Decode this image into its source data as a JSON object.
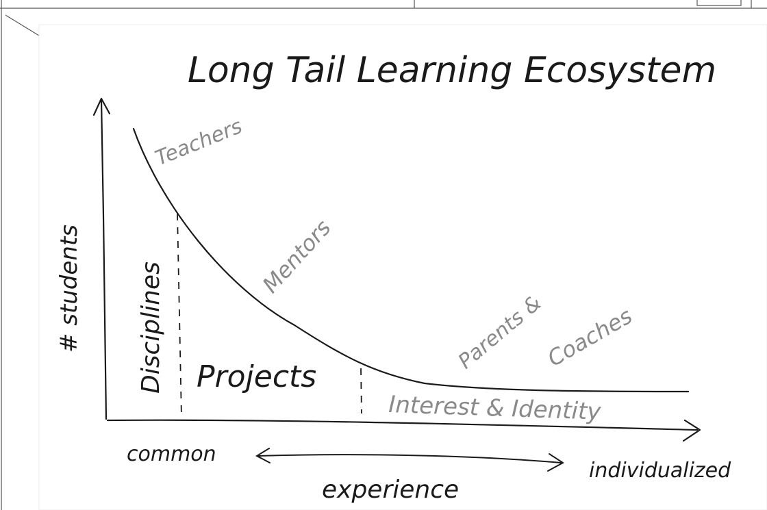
{
  "title": "Long Tail Learning Ecosystem",
  "y_axis_label": "# students",
  "x_axis_label": "experience",
  "x_axis_left_label": "common",
  "x_axis_right_label": "individualized",
  "curve_labels": {
    "teachers": "Teachers",
    "mentors": "Mentors",
    "parents_coaches_line1": "Parents &",
    "parents_coaches_line2": "Coaches"
  },
  "regions": {
    "disciplines": "Disciplines",
    "projects": "Projects",
    "interest_identity": "Interest & Identity"
  },
  "colors": {
    "ink": "#1a1a1a",
    "pencil_gray": "#8a8a8a",
    "frame": "#555555",
    "background": "#ffffff"
  }
}
